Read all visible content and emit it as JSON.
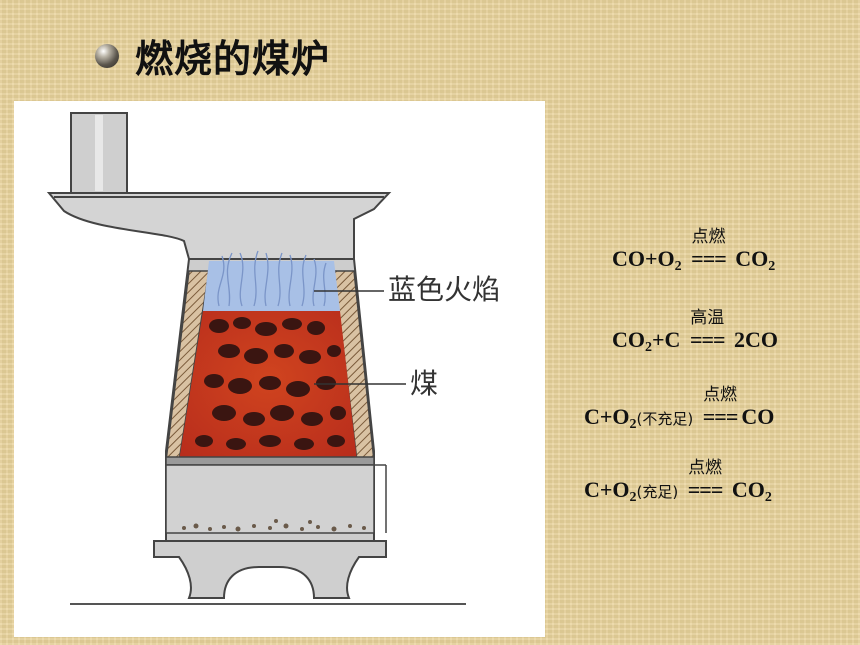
{
  "slide": {
    "title": "燃烧的煤炉"
  },
  "diagram": {
    "label_flame": "蓝色火焰",
    "label_coal": "煤"
  },
  "equations": [
    {
      "lhs_a": "CO+O",
      "lhs_sub": "2",
      "lhs_paren": "",
      "lhs_b": "",
      "condition": "点燃",
      "rhs_a": "CO",
      "rhs_sub": "2"
    },
    {
      "lhs_a": "CO",
      "lhs_sub": "2",
      "lhs_paren": "",
      "lhs_b": "+C",
      "condition": "高温",
      "rhs_a": "2CO",
      "rhs_sub": ""
    },
    {
      "lhs_a": "C+O",
      "lhs_sub": "2",
      "lhs_paren": "(不充足)",
      "lhs_b": "",
      "condition": "点燃",
      "rhs_a": "CO",
      "rhs_sub": ""
    },
    {
      "lhs_a": "C+O",
      "lhs_sub": "2",
      "lhs_paren": "(充足)",
      "lhs_b": "",
      "condition": "点燃",
      "rhs_a": "CO",
      "rhs_sub": "2"
    }
  ],
  "colors": {
    "background": "#e9d49c",
    "coal_red": "#c93a22",
    "flame_blue": "#9fb7e0",
    "stove_gray": "#c9c9c9"
  }
}
